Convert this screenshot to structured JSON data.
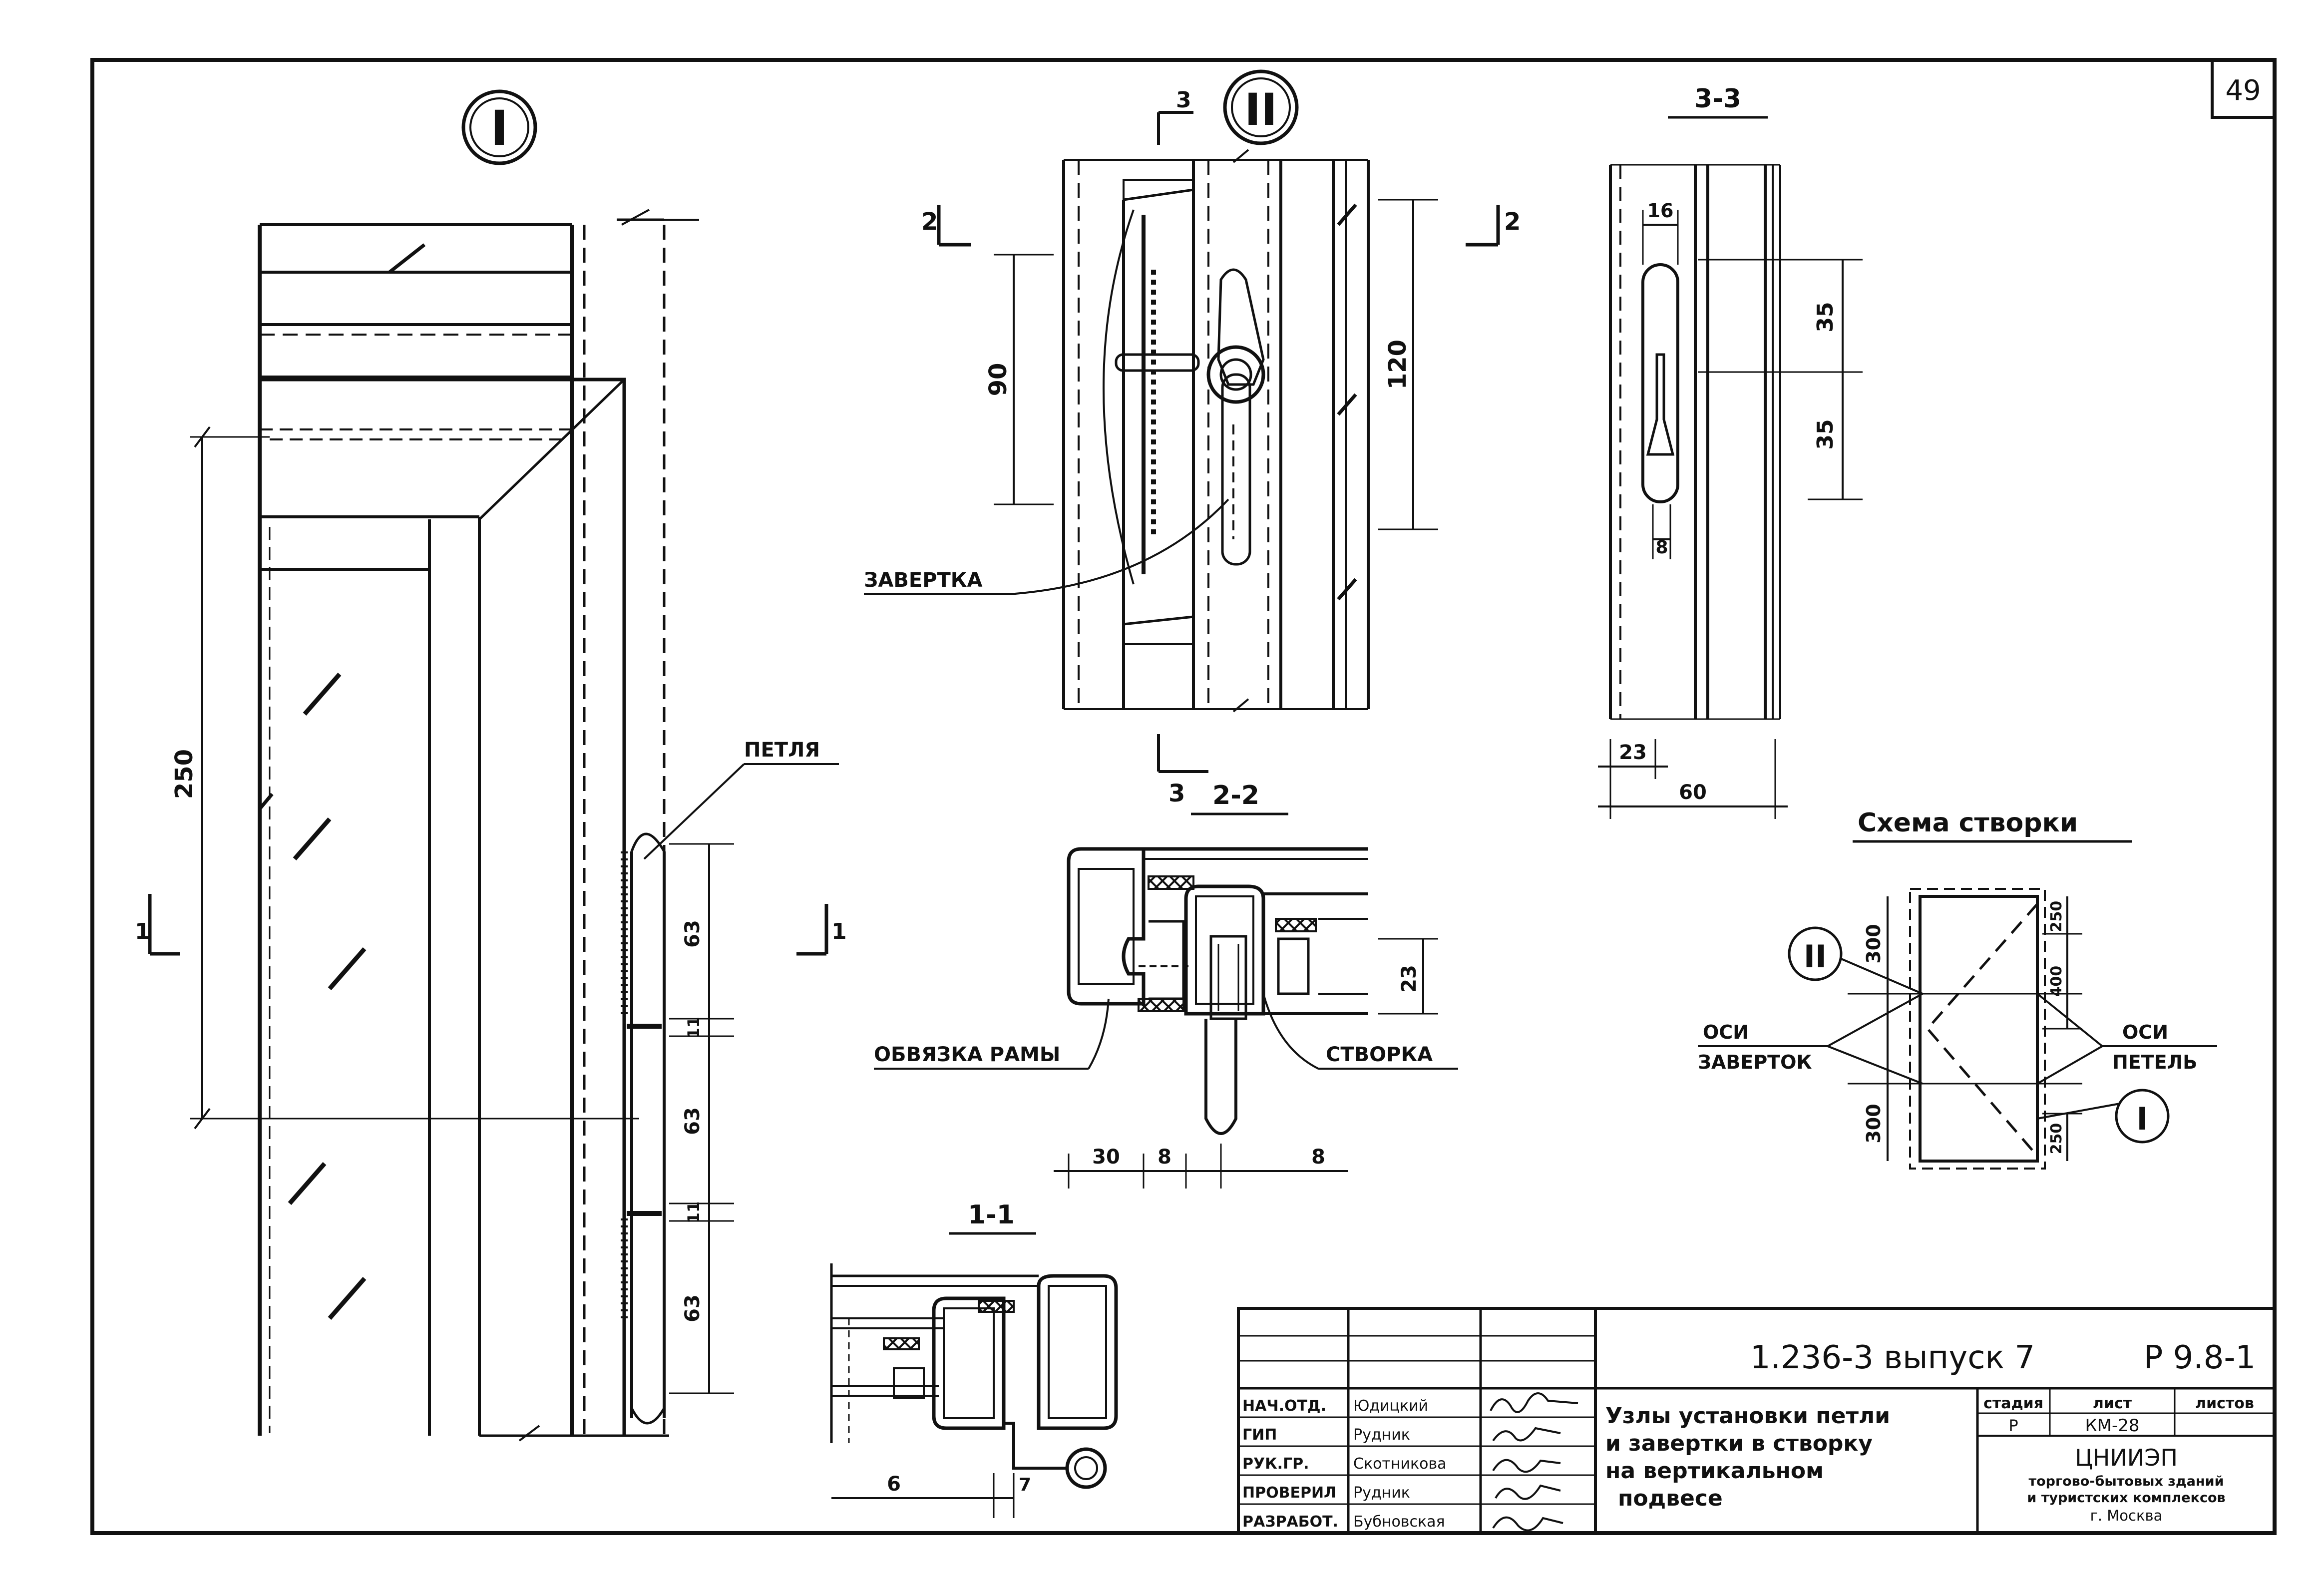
{
  "sheet": {
    "number": "49"
  },
  "views": {
    "node_1": {
      "marker": "I"
    },
    "node_2": {
      "marker": "II"
    },
    "section_3_3": {
      "title": "3-3"
    },
    "section_2_2": {
      "title": "2-2"
    },
    "section_1_1": {
      "title": "1-1"
    },
    "scheme": {
      "title": "Схема створки"
    }
  },
  "cut_marks": {
    "c3": "3",
    "c2": "2",
    "c1": "1"
  },
  "labels": {
    "hinge": "ПЕТЛЯ",
    "latch": "ЗАВЕРТКА",
    "frame_rail": "ОБВЯЗКА РАМЫ",
    "sash": "СТВОРКА",
    "latch_axes_l1": "ОСИ",
    "latch_axes_l2": "ЗАВЕРТОК",
    "hinge_axes_l1": "ОСИ",
    "hinge_axes_l2": "ПЕТЕЛЬ",
    "scheme_marker_2": "II",
    "scheme_marker_1": "I"
  },
  "dimensions": {
    "d250": "250",
    "d63a": "63",
    "d11a": "11",
    "d63b": "63",
    "d11b": "11",
    "d63c": "63",
    "d90": "90",
    "d120": "120",
    "d16": "16",
    "d35a": "35",
    "d35b": "35",
    "d8v": "8",
    "d23": "23",
    "d60": "60",
    "d23s": "23",
    "d30": "30",
    "d8a": "8",
    "d8b": "8",
    "d6": "6",
    "d7": "7",
    "s300a": "300",
    "s300b": "300",
    "s250a": "250",
    "s400": "400",
    "s250b": "250"
  },
  "title_block": {
    "code": "1.236-3 выпуск 7",
    "sheet_code": "Р 9.8-1",
    "title_l1": "Узлы установки петли",
    "title_l2": "и завертки в створку",
    "title_l3": "на вертикальном",
    "title_l4": "подвесе",
    "stage_h": "стадия",
    "sheet_h": "лист",
    "sheets_h": "листов",
    "stage_v": "Р",
    "sheet_v": "КМ-28",
    "org_l1": "ЦНИИЭП",
    "org_l2": "торгово-бытовых зданий",
    "org_l3": "и туристских комплексов",
    "org_l4": "г. Москва",
    "roles": [
      {
        "role": "НАЧ.ОТД.",
        "name": "Юдицкий"
      },
      {
        "role": "ГИП",
        "name": "Рудник"
      },
      {
        "role": "РУК.ГР.",
        "name": "Скотникова"
      },
      {
        "role": "ПРОВЕРИЛ",
        "name": "Рудник"
      },
      {
        "role": "РАЗРАБОТ.",
        "name": "Бубновская"
      }
    ]
  }
}
